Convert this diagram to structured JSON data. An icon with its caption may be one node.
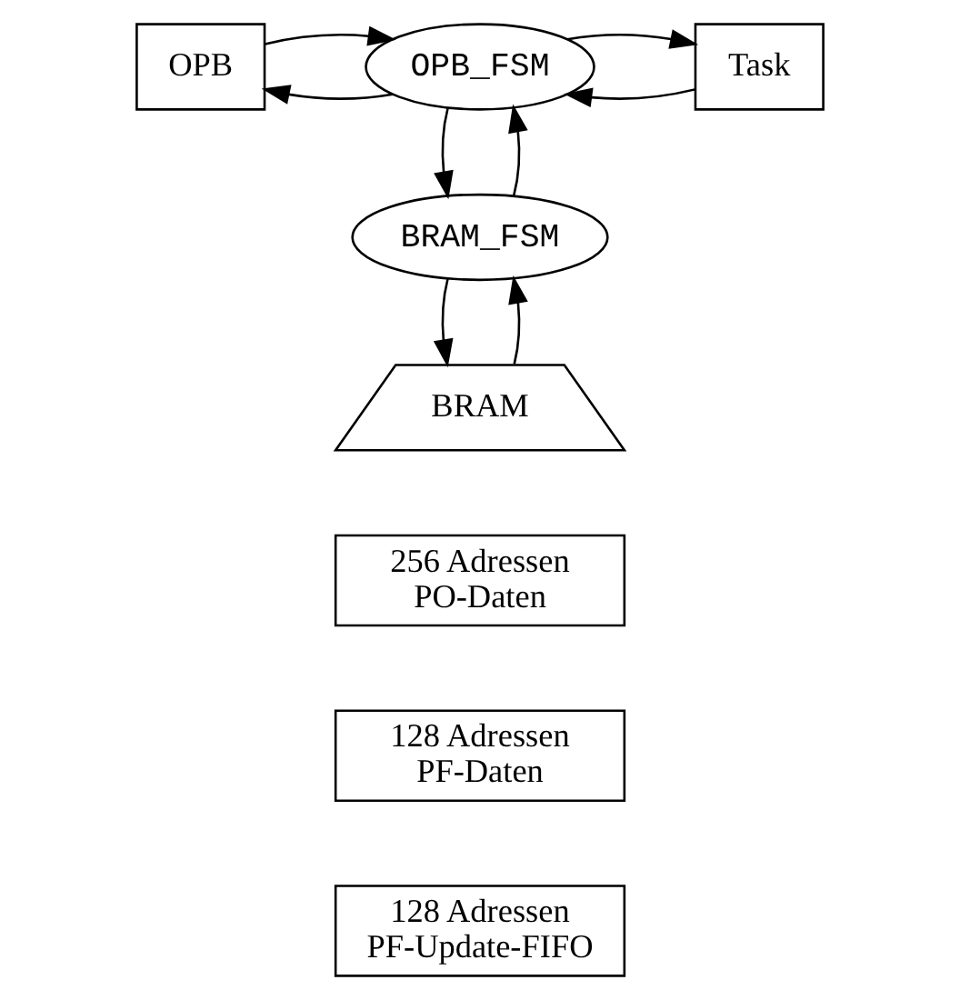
{
  "diagram": {
    "nodes": [
      {
        "text": [
          "OPB"
        ]
      },
      {
        "text": [
          "OPB_FSM"
        ]
      },
      {
        "text": [
          "Task"
        ]
      },
      {
        "text": [
          "BRAM_FSM"
        ]
      },
      {
        "text": [
          "BRAM"
        ]
      },
      {
        "text": [
          "256 Adressen PO-Daten"
        ]
      },
      {
        "text": [
          "128 Adressen PF-Daten"
        ]
      },
      {
        "text": [
          "128 Adressen PF-Update-FIFO"
        ]
      }
    ],
    "edges": [
      {
        "from": 1,
        "to": 0,
        "arrow": "to"
      },
      {
        "from": 0,
        "to": 1,
        "arrow": "to"
      },
      {
        "from": 2,
        "to": 1,
        "arrow": "to"
      },
      {
        "from": 1,
        "to": 2,
        "arrow": "to"
      },
      {
        "from": 1,
        "to": 3,
        "arrow": "to"
      },
      {
        "from": 3,
        "to": 1,
        "arrow": "to"
      },
      {
        "from": 3,
        "to": 4,
        "arrow": "to"
      },
      {
        "from": 4,
        "to": 3,
        "arrow": "to"
      }
    ]
  }
}
